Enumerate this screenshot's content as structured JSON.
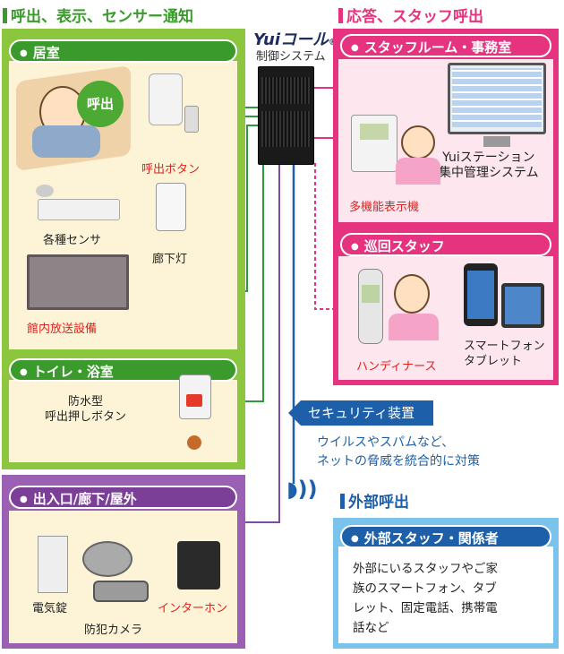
{
  "headings": {
    "left": "呼出、表示、センサー通知",
    "right": "応答、スタッフ呼出",
    "external": "外部呼出"
  },
  "system": {
    "logo": "Yuiコール",
    "registered": "®",
    "subtitle": "制御システム"
  },
  "rooms": {
    "kyoshitsu": "居室",
    "toilet": "トイレ・浴室",
    "entrance": "出入口/廊下/屋外"
  },
  "devices": {
    "call_badge": "呼出",
    "call_button": "呼出ボタン",
    "sensors": "各種センサ",
    "hall_light": "廊下灯",
    "broadcast": "館内放送設備",
    "waterproof_line1": "防水型",
    "waterproof_line2": "呼出押しボタン",
    "electric_lock": "電気錠",
    "camera": "防犯カメラ",
    "intercom": "インターホン"
  },
  "staff": {
    "office": "スタッフルーム・事務室",
    "yui_station_line1": "Yuiステーション",
    "yui_station_line2": "集中管理システム",
    "display_phone": "多機能表示機",
    "patrol": "巡回スタッフ",
    "handy_nurse": "ハンディナース",
    "smartphone_line1": "スマートフォン",
    "smartphone_line2": "タブレット"
  },
  "security": {
    "title": "セキュリティ装置",
    "desc_line1": "ウイルスやスパムなど、",
    "desc_line2": "ネットの脅威を統合的に対策"
  },
  "external": {
    "title": "外部スタッフ・関係者",
    "desc_line1": "外部にいるスタッフやご家",
    "desc_line2": "族のスマートフォン、タブ",
    "desc_line3": "レット、固定電話、携帯電",
    "desc_line4": "話など"
  },
  "colors": {
    "green": "#8cc63f",
    "green_light": "#fdf4d8",
    "pink": "#e5337f",
    "pink_light": "#fde6ee",
    "purple": "#9b5fb4",
    "blue": "#1d5fa8",
    "sky": "#7ac3ec",
    "red_text": "#e0211d"
  }
}
